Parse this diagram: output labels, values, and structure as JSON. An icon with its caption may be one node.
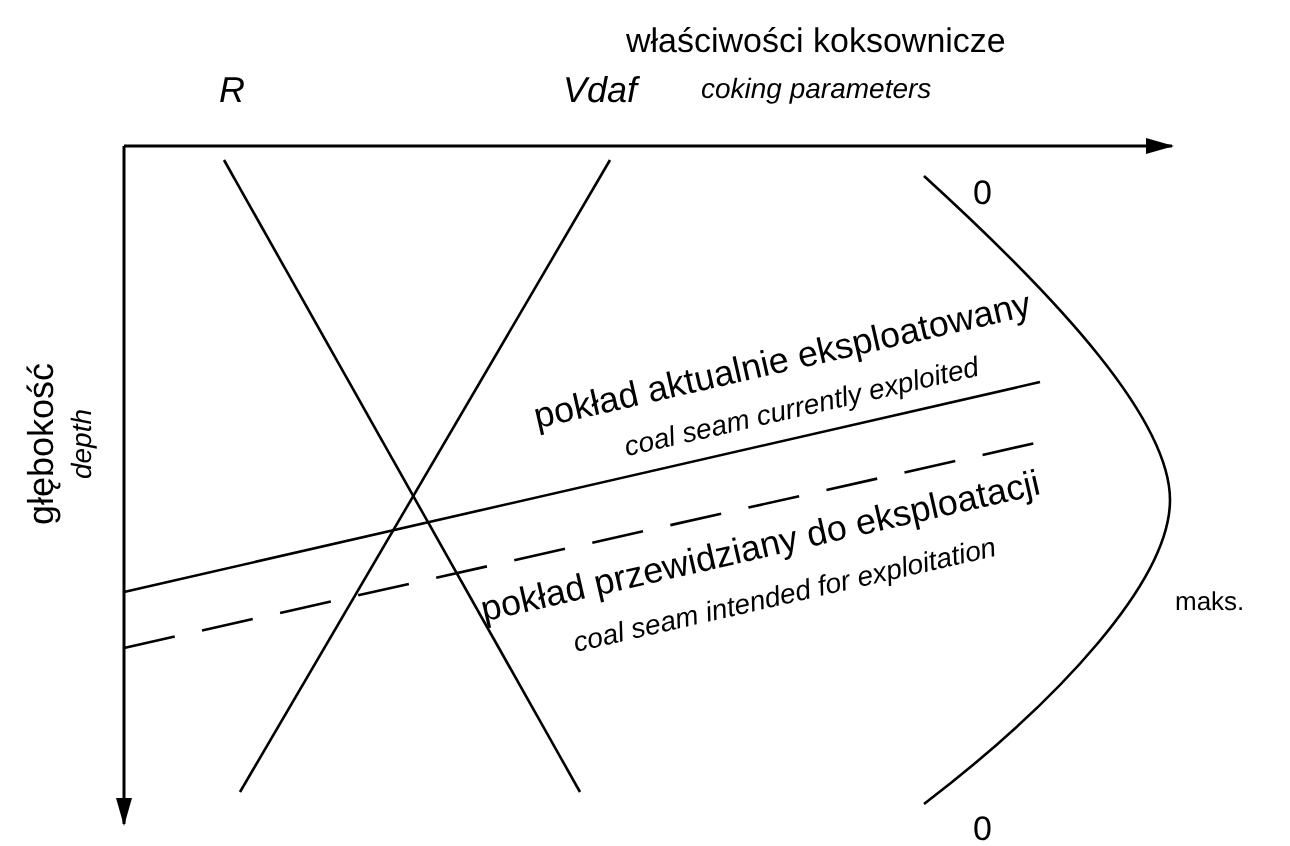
{
  "diagram": {
    "labels": [
      "R",
      "Vdaf",
      "właściwości koksownicze",
      "coking parameters",
      "0",
      "głębokość",
      "depth",
      "pokład aktualnie eksploatowany",
      "coal seam currently exploited",
      "maks.",
      "pokład przewidziany do eksploatacji",
      "coal seam intended for exploitation",
      "0"
    ]
  }
}
